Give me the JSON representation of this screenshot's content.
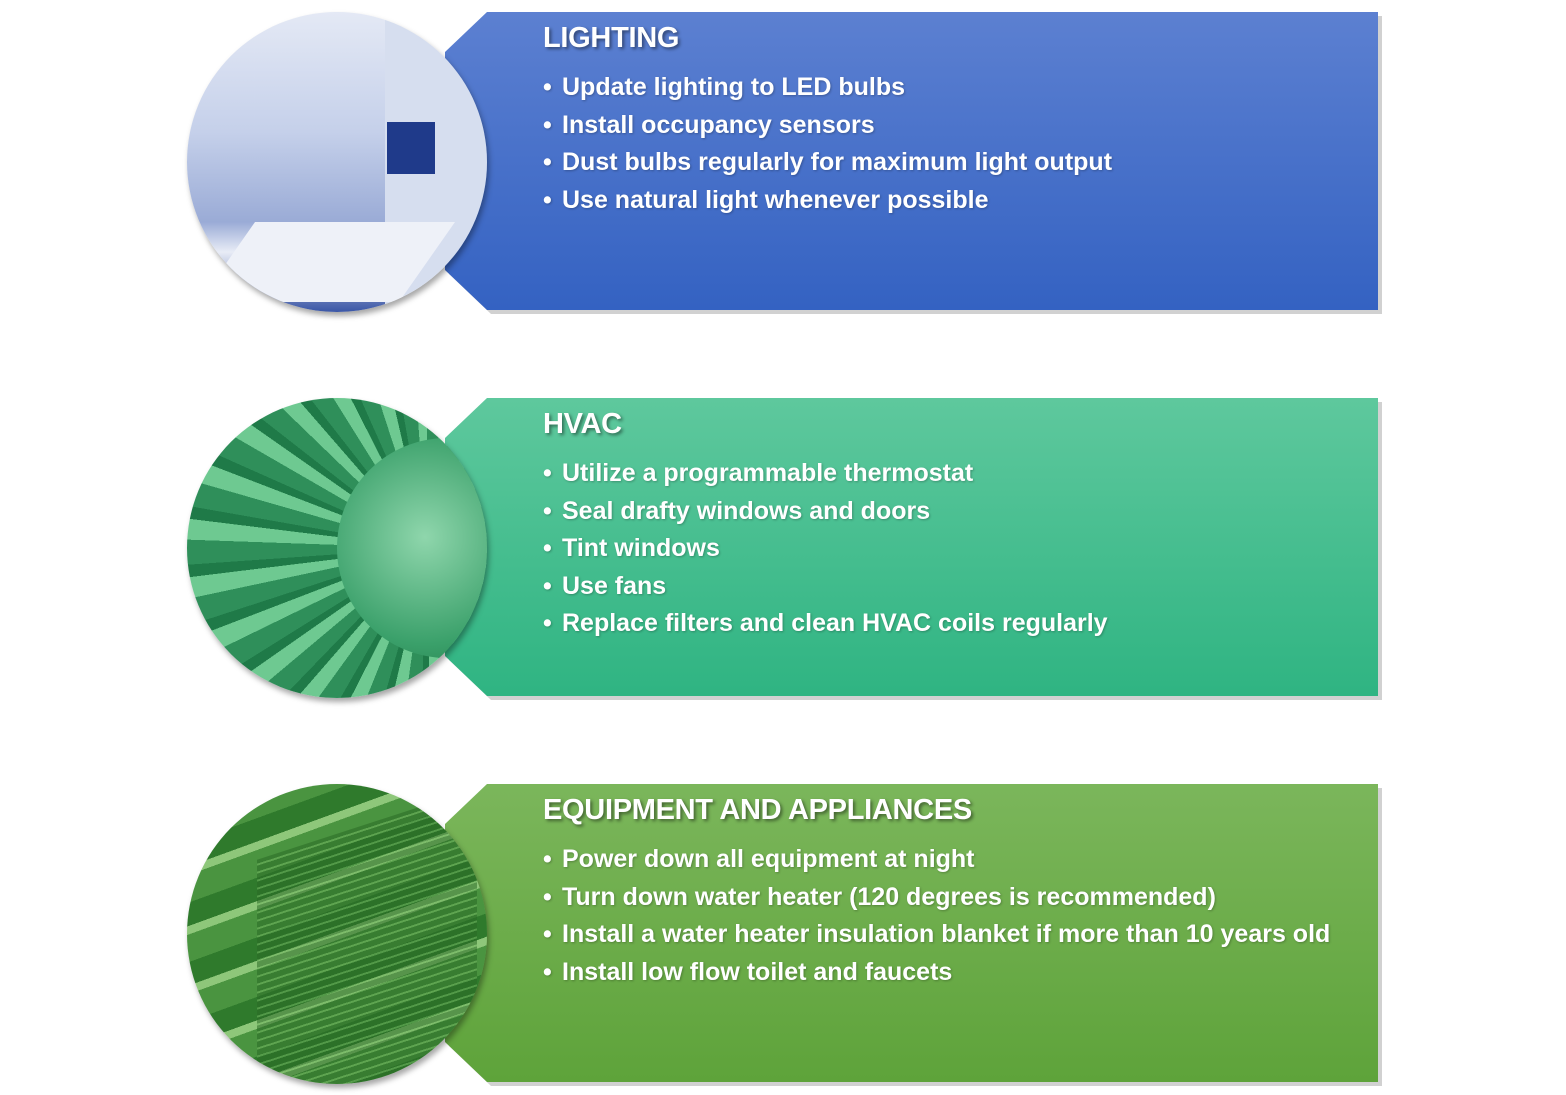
{
  "sections": [
    {
      "title": "LIGHTING",
      "image": "conference-room-photo",
      "color": "#3f6ac8",
      "items": [
        "Update lighting to LED bulbs",
        "Install occupancy sensors",
        "Dust bulbs regularly for maximum light output",
        "Use natural light whenever possible"
      ]
    },
    {
      "title": "HVAC",
      "image": "fan-turbine-photo",
      "color": "#3dbb8a",
      "items": [
        "Utilize a programmable thermostat",
        "Seal drafty windows and doors",
        "Tint windows",
        "Use fans",
        "Replace filters and clean HVAC coils regularly"
      ]
    },
    {
      "title": "EQUIPMENT AND APPLIANCES",
      "image": "server-rack-photo",
      "color": "#6aab45",
      "items": [
        "Power down all equipment at night",
        "Turn down water heater (120 degrees is recommended)",
        "Install a water heater insulation blanket if more than 10 years old",
        "Install low flow toilet and faucets"
      ]
    }
  ],
  "bullet": "•"
}
